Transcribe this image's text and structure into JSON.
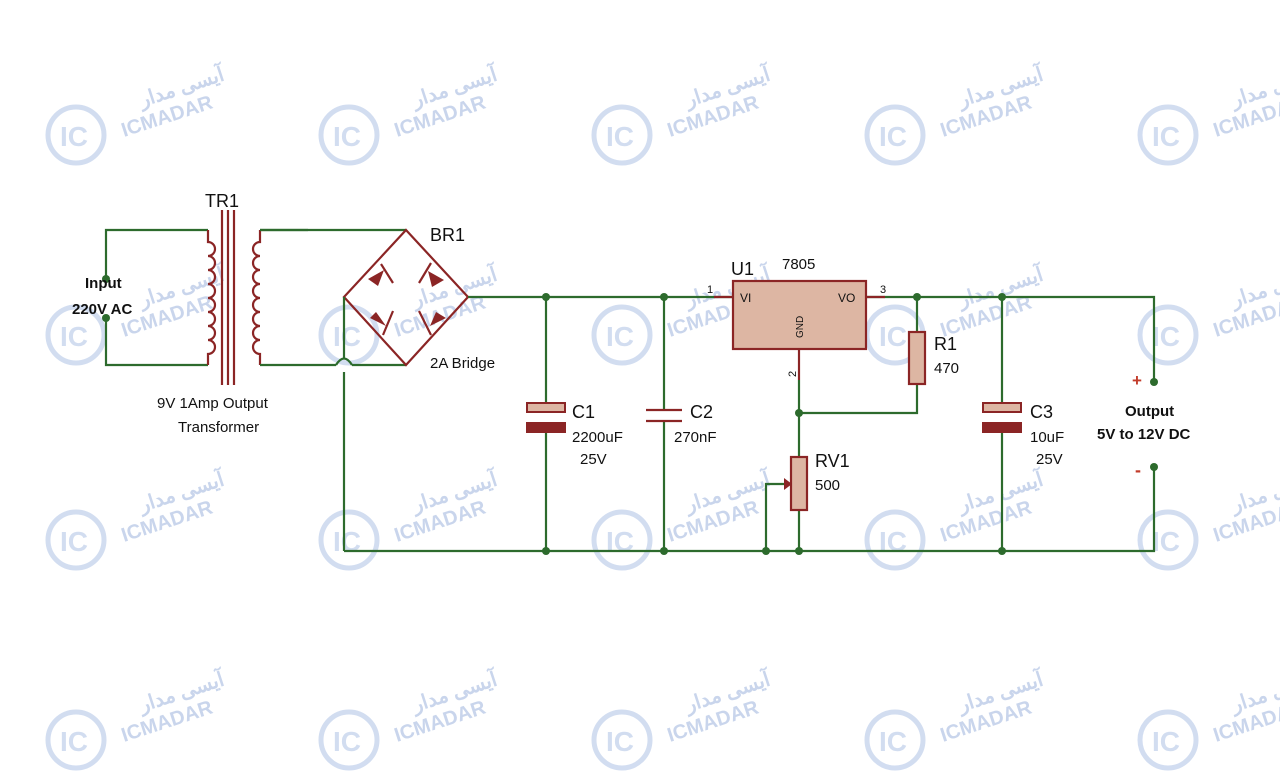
{
  "transformer": {
    "ref": "TR1",
    "desc_line1": "9V 1Amp Output",
    "desc_line2": "Transformer"
  },
  "input": {
    "line1": "Input",
    "line2": "220V AC"
  },
  "bridge": {
    "ref": "BR1",
    "desc": "2A Bridge"
  },
  "regulator": {
    "ref": "U1",
    "part": "7805",
    "pin_vi": "VI",
    "pin_vo": "VO",
    "pin_gnd": "GND",
    "pin1": "1",
    "pin2": "2",
    "pin3": "3"
  },
  "c1": {
    "ref": "C1",
    "value": "2200uF",
    "voltage": "25V"
  },
  "c2": {
    "ref": "C2",
    "value": "270nF"
  },
  "c3": {
    "ref": "C3",
    "value": "10uF",
    "voltage": "25V"
  },
  "r1": {
    "ref": "R1",
    "value": "470"
  },
  "rv1": {
    "ref": "RV1",
    "value": "500"
  },
  "output": {
    "plus": "+",
    "minus": "-",
    "line1": "Output",
    "line2": "5V to 12V DC"
  },
  "watermark": {
    "brand": "ICMADAR",
    "brand_fa": "آیسی مدار",
    "logo": "IC"
  },
  "colors": {
    "wire": "#2d6b2d",
    "component": "#8b2525",
    "component_fill": "#ddb6a3",
    "watermark": "#c3d2ec"
  }
}
